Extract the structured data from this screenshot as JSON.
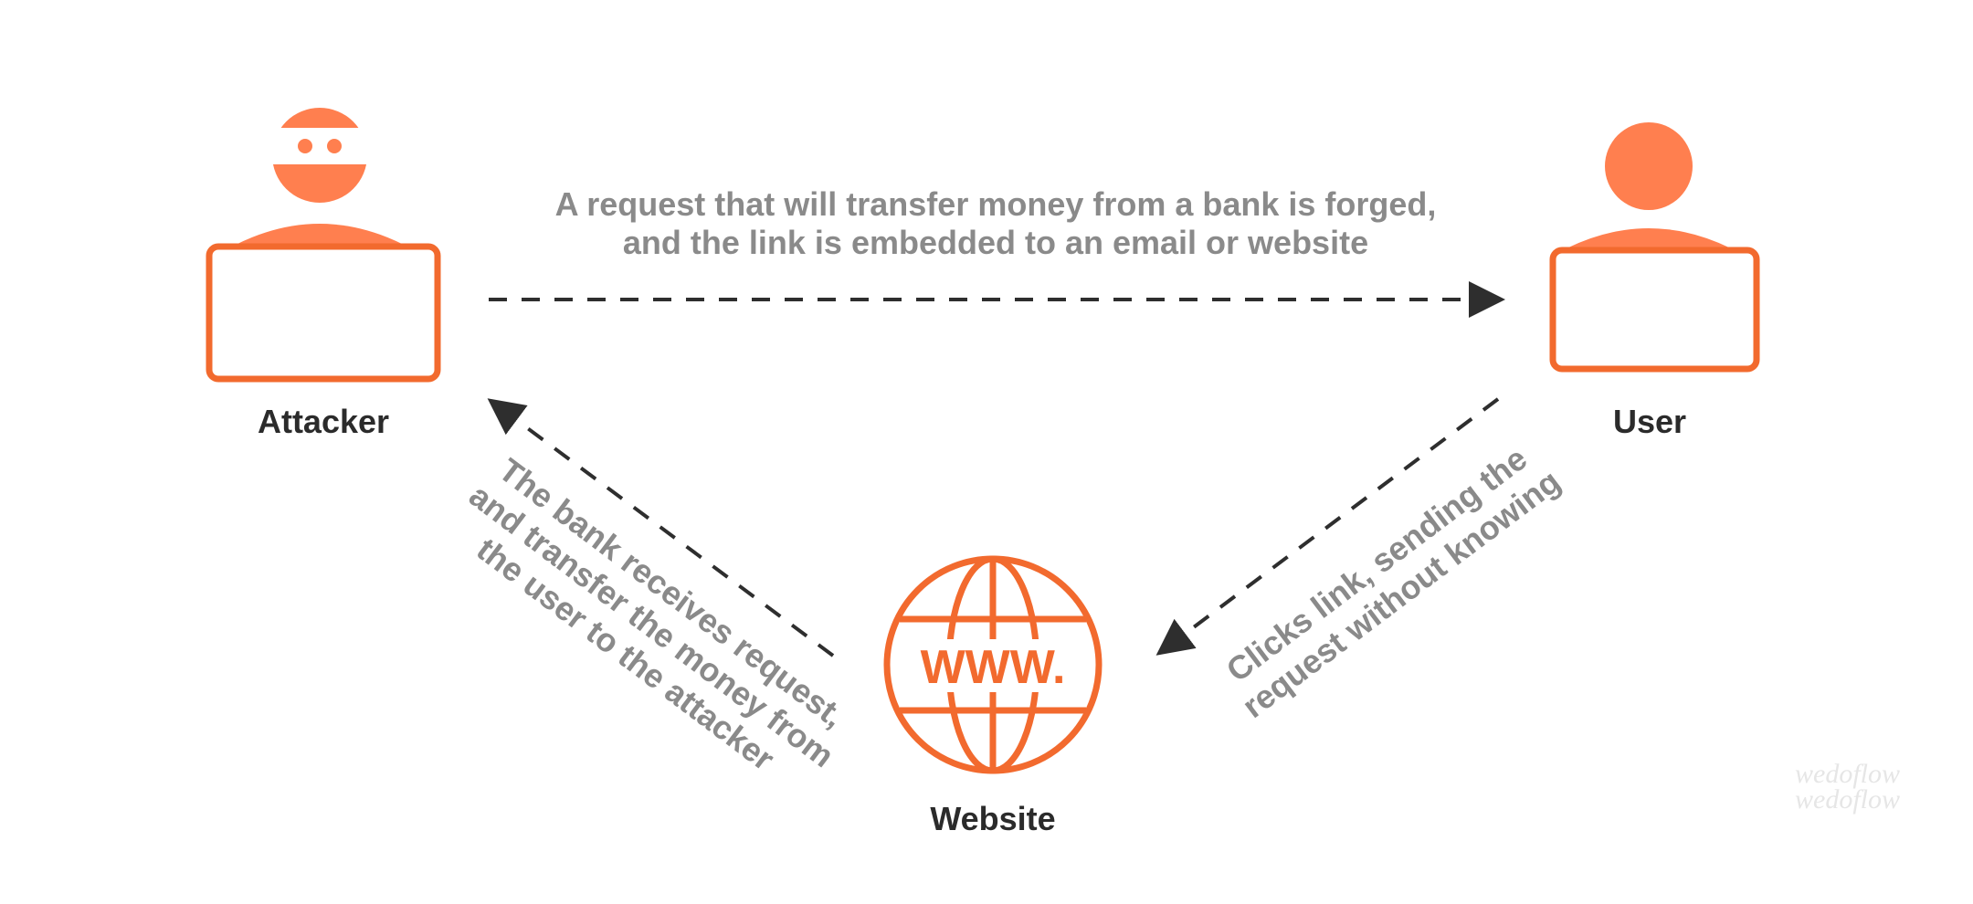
{
  "colors": {
    "accent": "#f26a2e",
    "accent_light": "#ff7f4f",
    "arrow": "#2e2e2e",
    "node_text": "#2b2b2b",
    "edge_text": "#8a8a8a",
    "background": "#ffffff"
  },
  "nodes": {
    "attacker": {
      "label": "Attacker",
      "icon": "attacker-laptop-icon"
    },
    "user": {
      "label": "User",
      "icon": "user-laptop-icon"
    },
    "website": {
      "label": "Website",
      "icon": "globe-www-icon",
      "icon_text": "WWW."
    }
  },
  "edges": {
    "attacker_to_user": {
      "line1": "A request that will transfer money from a bank is forged,",
      "line2": "and the link is embedded to an email or website"
    },
    "user_to_website": {
      "line1": "Clicks link, sending the",
      "line2": "request without knowing"
    },
    "website_to_attacker": {
      "line1": "The bank receives request,",
      "line2": "and transfer the money from",
      "line3": "the user to the attacker"
    }
  },
  "watermark": {
    "line1": "wedoflow",
    "line2": "wedoflow"
  }
}
